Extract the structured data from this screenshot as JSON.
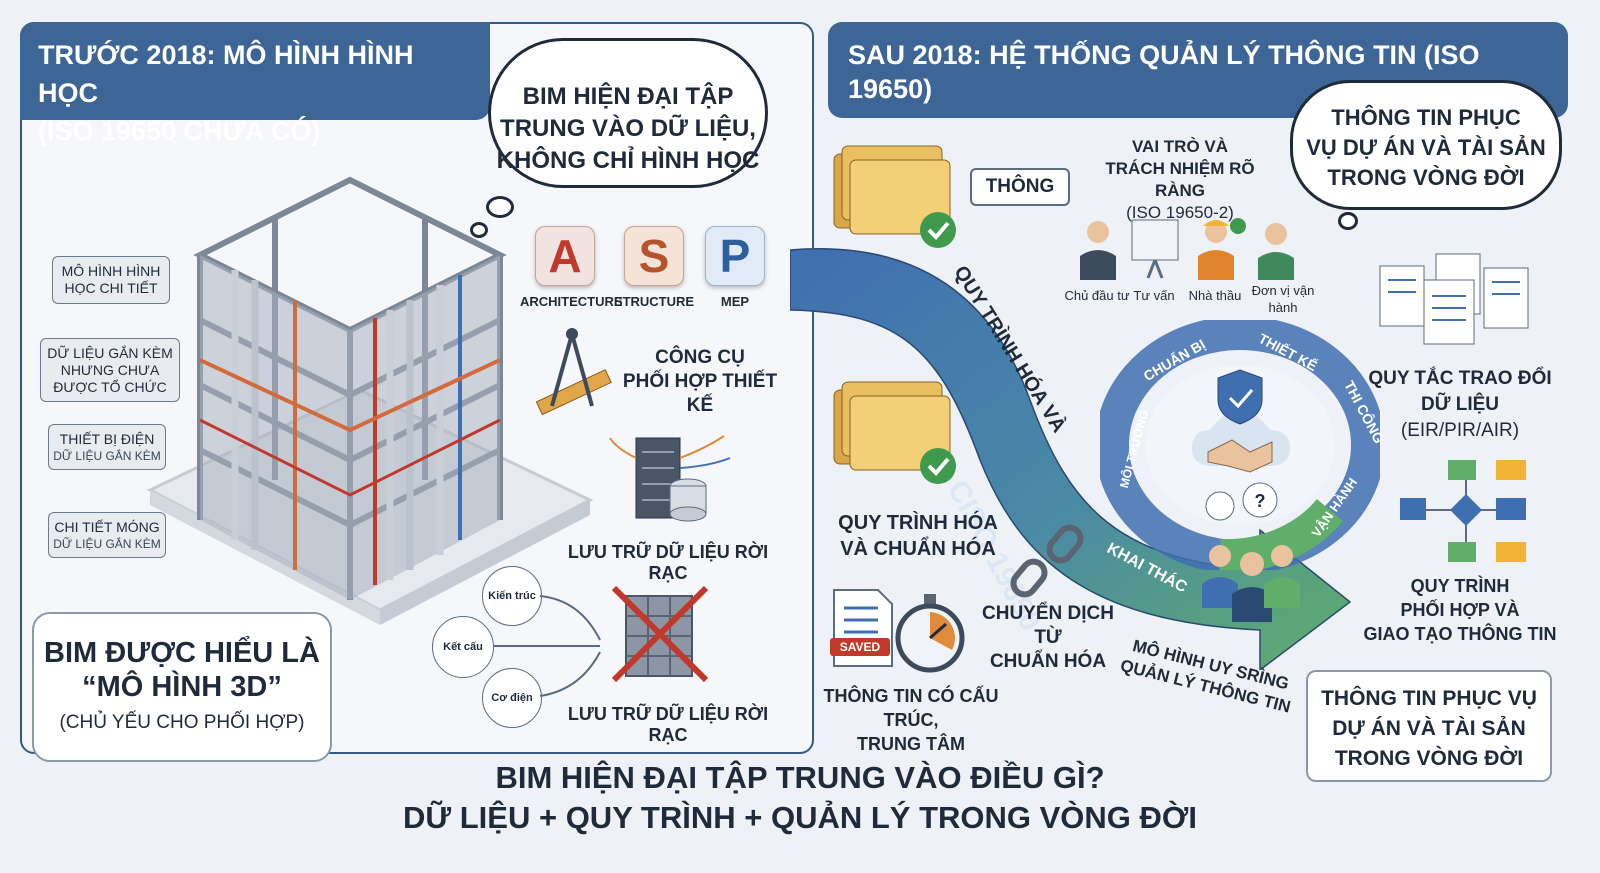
{
  "left_header": {
    "line1": "TRƯỚC 2018: MÔ HÌNH HÌNH HỌC",
    "line2": "(ISO 19650 CHƯA CÓ)"
  },
  "right_header": "SAU 2018: HỆ THỐNG QUẢN LÝ THÔNG TIN (ISO 19650)",
  "left_cloud": {
    "line1": "BIM HIỆN ĐẠI TẬP",
    "line2": "TRUNG VÀO DỮ LIỆU,",
    "line3": "KHÔNG CHỈ HÌNH HỌC"
  },
  "left_tags": [
    {
      "title": "MÔ HÌNH HÌNH HỌC CHI TIẾT",
      "sub": ""
    },
    {
      "title": "DỮ LIỆU GẮN KÈM NHƯNG CHƯA ĐƯỢC TỔ CHỨC",
      "sub": ""
    },
    {
      "title": "THIẾT BỊ ĐIỆN",
      "sub": "DỮ LIỆU GẮN KÈM"
    },
    {
      "title": "CHI TIẾT MÓNG",
      "sub": "DỮ LIỆU GẮN KÈM"
    }
  ],
  "apps": [
    {
      "letter": "A",
      "label": "ARCHITECTURE",
      "color": "#c0392b"
    },
    {
      "letter": "S",
      "label": "STRUCTURE",
      "color": "#b5542c"
    },
    {
      "letter": "P",
      "label": "MEP",
      "color": "#2f5f9e"
    }
  ],
  "tool_label": {
    "line1": "CÔNG CỤ",
    "line2": "PHỐI HỢP THIẾT KẾ"
  },
  "storage_label_1": "LƯU TRỮ DỮ LIỆU RỜI RẠC",
  "storage_label_2": "LƯU TRỮ DỮ LIỆU RỜI RẠC",
  "disciplines": [
    "Kiến trúc",
    "Kết cấu",
    "Cơ điện"
  ],
  "bim_understood": {
    "line1": "BIM ĐƯỢC HIỂU LÀ",
    "line2": "“MÔ HÌNH 3D”",
    "line3": "(CHỦ YẾU CHO PHỐI HỢP)"
  },
  "thong_tag": "THÔNG",
  "roles_title": {
    "line1": "VAI TRÒ VÀ",
    "line2": "TRÁCH NHIỆM RÕ RÀNG",
    "line3": "(ISO 19650-2)"
  },
  "roles": [
    "Chủ đầu tư",
    "Tư vấn",
    "Nhà thầu",
    "Đơn vị vận hành"
  ],
  "right_cloud": {
    "line1": "THÔNG TIN PHỤC",
    "line2": "VỤ DỰ ÁN VÀ TÀI SẢN",
    "line3": "TRONG VÒNG ĐỜI"
  },
  "arrow_text": {
    "top": "QUY TRÌNH HÓA VÀ",
    "main": "2018: CISO 19650",
    "bottom": "KHAI THÁC"
  },
  "cycle_stages": [
    "CHUẨN BỊ",
    "THIẾT KẾ",
    "THI CÔNG",
    "VẬN HÀNH",
    "MÔI TRƯỜNG"
  ],
  "process_label": {
    "line1": "QUY TRÌNH HÓA",
    "line2": "VÀ CHUẨN HÓA"
  },
  "transition_label": {
    "line1": "CHUYỂN DỊCH TỪ",
    "line2": "CHUẨN HÓA"
  },
  "model_label": {
    "line1": "MÔ HÌNH UY SRÌNG",
    "line2": "QUẢN LÝ THÔNG TIN"
  },
  "saved_badge": "SAVED",
  "structured_label": {
    "line1": "THÔNG TIN CÓ CẤU TRÚC,",
    "line2": "TRUNG TÂM"
  },
  "exchange_rules": {
    "line1": "QUY TẮC TRAO ĐỔI",
    "line2": "DỮ LIỆU",
    "line3": "(EIR/PIR/AIR)"
  },
  "coord_process": {
    "line1": "QUY TRÌNH",
    "line2": "PHỐI HỢP VÀ",
    "line3": "GIAO TẠO THÔNG TIN"
  },
  "right_box": {
    "line1": "THÔNG TIN PHỤC VỤ",
    "line2": "DỰ ÁN VÀ TÀI SẢN",
    "line3": "TRONG VÒNG ĐỜI"
  },
  "bottom_title": {
    "line1": "BIM HIỆN ĐẠI TẬP TRUNG VÀO ĐIỀU GÌ?",
    "line2": "DỮ LIỆU + QUY TRÌNH + QUẢN LÝ TRONG VÒNG ĐỜI"
  }
}
